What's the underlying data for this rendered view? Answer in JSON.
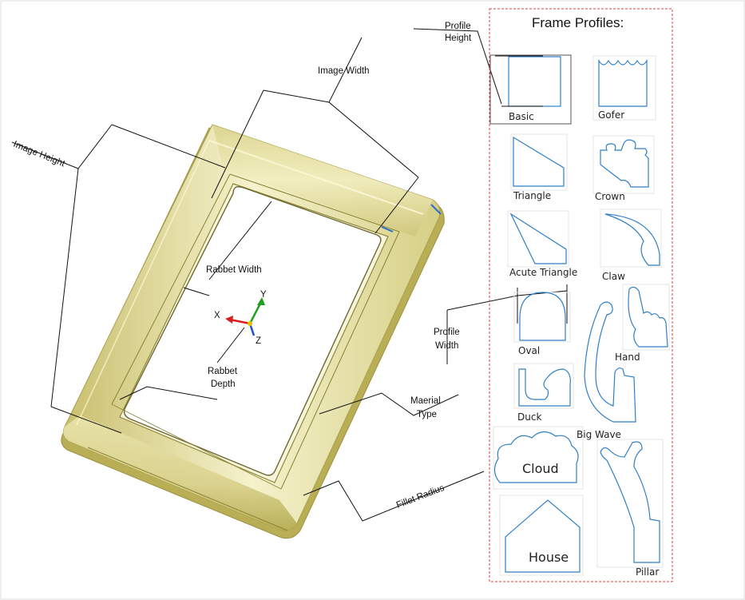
{
  "title": "Frame Profiles:",
  "annotations": {
    "image_width": "Image Width",
    "image_height": "Image Height",
    "rabbet_width": "Rabbet Width",
    "rabbet_depth_1": "Rabbet",
    "rabbet_depth_2": "Depth",
    "material_type_1": "Maerial",
    "material_type_2": "Type",
    "fillet_radius": "Fillet Radius",
    "profile_height_1": "Profile",
    "profile_height_2": "Height",
    "profile_width_1": "Profile",
    "profile_width_2": "Width"
  },
  "axes": {
    "x": "X",
    "y": "Y",
    "z": "Z"
  },
  "profiles": {
    "basic": "Basic",
    "gofer": "Gofer",
    "triangle": "Triangle",
    "crown": "Crown",
    "acute_triangle": "Acute Triangle",
    "claw": "Claw",
    "oval": "Oval",
    "hand": "Hand",
    "duck": "Duck",
    "big_wave": "Big Wave",
    "cloud": "Cloud",
    "house": "House",
    "pillar": "Pillar"
  },
  "colors": {
    "frame_gold": "#e8e2a0",
    "profile_stroke": "#2f7fc8",
    "panel_border": "#d94040",
    "axis_x": "#d62020",
    "axis_y": "#20a020",
    "axis_z": "#2050d0"
  }
}
